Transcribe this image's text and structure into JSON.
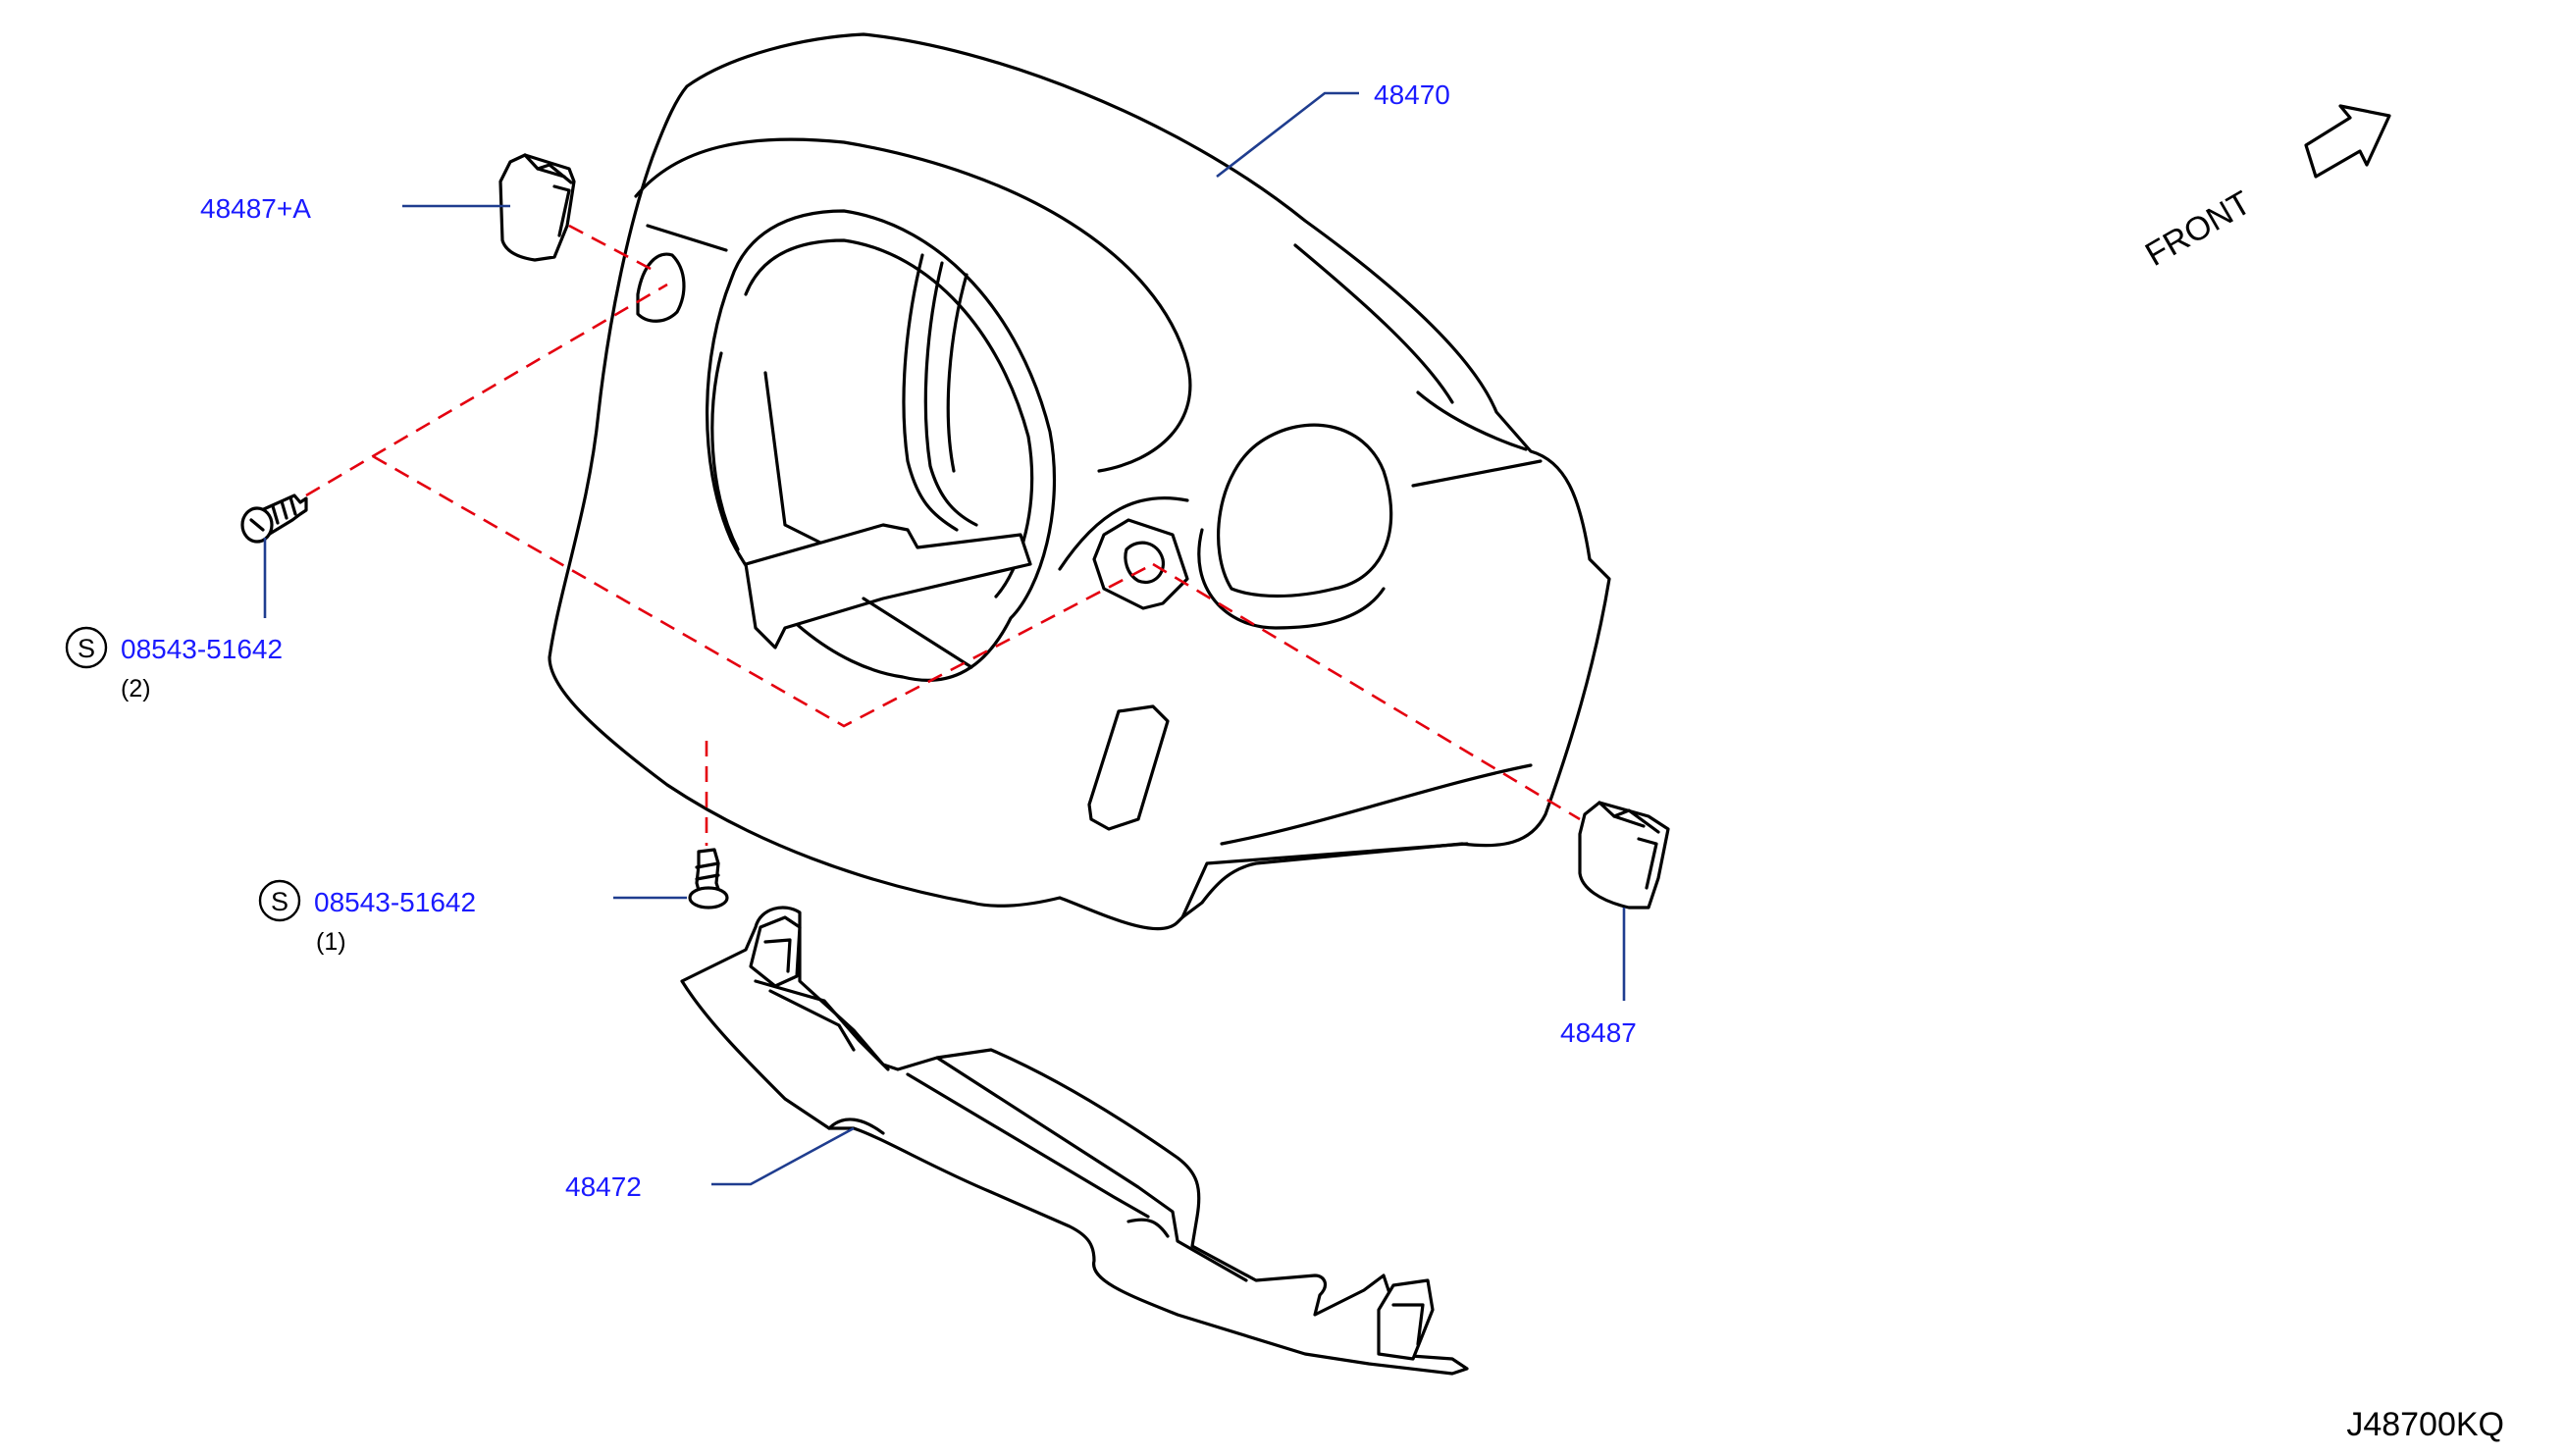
{
  "callouts": {
    "p48470": "48470",
    "p48487a": "48487+A",
    "p48487": "48487",
    "p48472": "48472",
    "screw_upper": "08543-51642",
    "screw_upper_qty": "(2)",
    "screw_lower": "08543-51642",
    "screw_lower_qty": "(1)",
    "standard_symbol": "S"
  },
  "orientation": {
    "label": "FRONT"
  },
  "diagram_code": "J48700KQ",
  "colors": {
    "callout_text": "#1a1aff",
    "leader_line": "#1f3d8f",
    "assembly_dash": "#e4000f",
    "part_outline": "#000000"
  }
}
